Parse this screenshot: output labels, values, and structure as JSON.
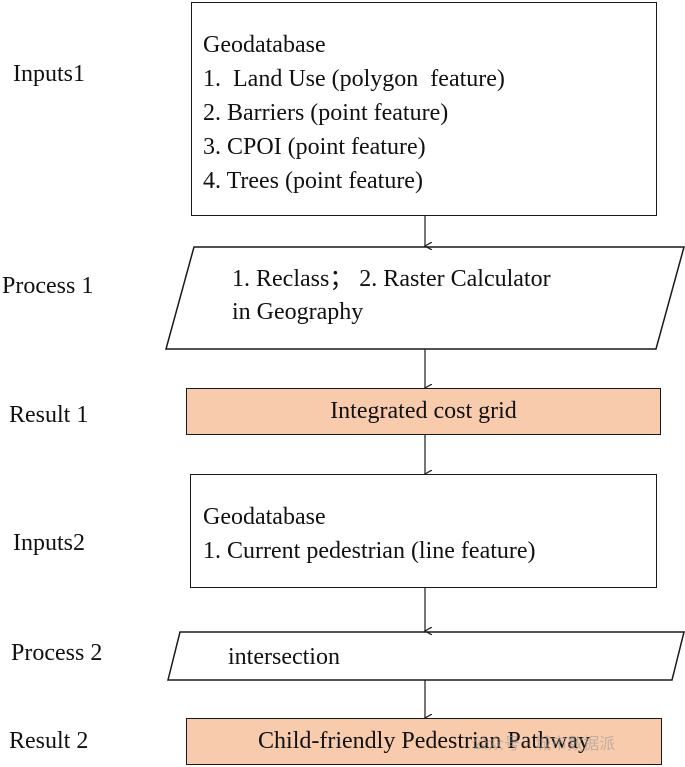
{
  "stages": {
    "inputs1": "Inputs1",
    "process1": "Process 1",
    "result1": "Result 1",
    "inputs2": "Inputs2",
    "process2": "Process 2",
    "result2": "Result 2"
  },
  "inputs1_box": {
    "lines": [
      "Geodatabase",
      "1.  Land Use (polygon  feature)",
      "2. Barriers (point feature)",
      "3. CPOI (point feature)",
      "4. Trees (point feature)"
    ]
  },
  "process1_box": {
    "lines": [
      "1. Reclass； 2. Raster Calculator",
      "in Geography"
    ]
  },
  "result1_box": {
    "label": "Integrated cost grid",
    "fill": "#f8cbad"
  },
  "inputs2_box": {
    "lines": [
      "Geodatabase",
      "1. Current pedestrian (line feature)"
    ]
  },
  "process2_box": {
    "label": "intersection"
  },
  "result2_box": {
    "label": "Child-friendly Pedestrian Pathway",
    "fill": "#f8cbad"
  },
  "watermark": {
    "text": "公众号 · 城市数据派"
  }
}
